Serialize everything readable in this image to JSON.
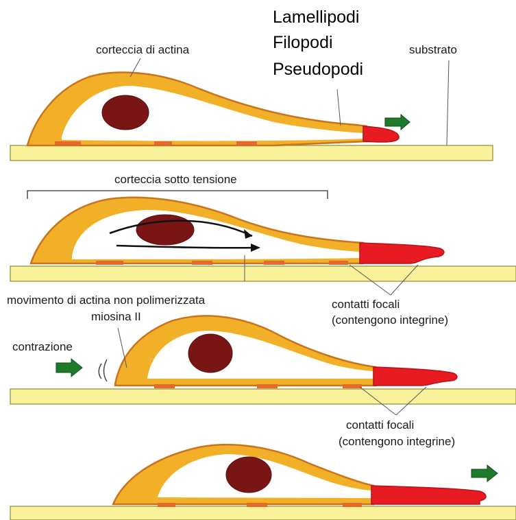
{
  "labels": {
    "cortex_actin": "corteccia di actina",
    "protrusions": [
      "Lamellipodi",
      "Filopodi",
      "Pseudopodi"
    ],
    "substrate": "substrato",
    "cortex_tension": "corteccia sotto tensione",
    "actin_movement": "movimento di actina non polimerizzata",
    "myosin": "miosina II",
    "contraction": "contrazione",
    "focal_contacts_1": [
      "contatti focali",
      "(contengono integrine)"
    ],
    "focal_contacts_2": [
      "contatti focali",
      "(contengono integrine)"
    ]
  },
  "colors": {
    "substrate": "#f9f29a",
    "substrate_border": "#8a8a3a",
    "cortex": "#f1b027",
    "cortex_edge": "#c9741c",
    "cytoplasm": "#ffffff",
    "nucleus": "#7a1516",
    "protrusion": "#e81a22",
    "arrow": "#1f7a2c",
    "contact": "#e36a2a"
  }
}
